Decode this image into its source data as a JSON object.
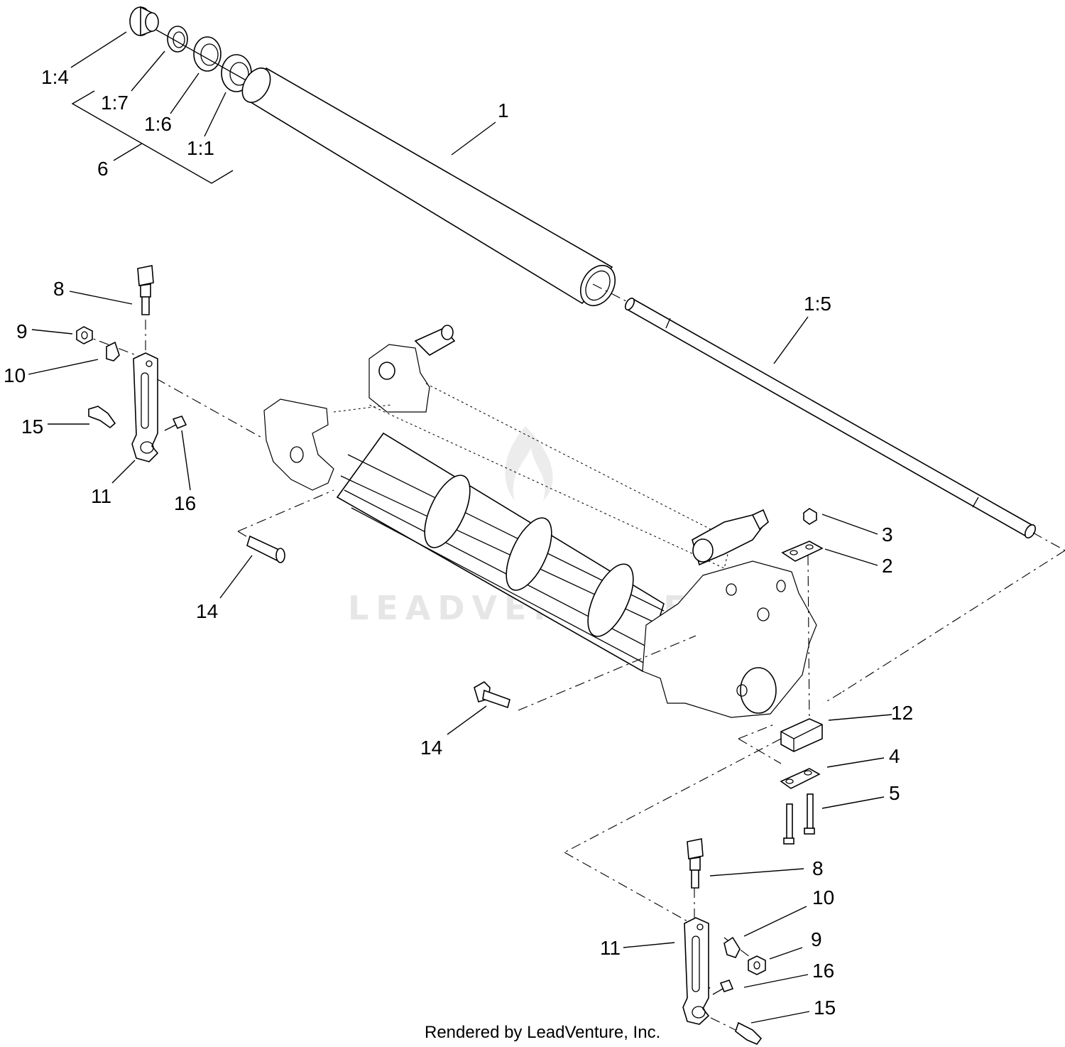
{
  "labels": {
    "l_1_4": "1:4",
    "l_1_7": "1:7",
    "l_1_6": "1:6",
    "l_1_1": "1:1",
    "l_6": "6",
    "l_1": "1",
    "l_1_5": "1:5",
    "l_8_top": "8",
    "l_9_top": "9",
    "l_10_top": "10",
    "l_15_top": "15",
    "l_11_top": "11",
    "l_16_top": "16",
    "l_14_left": "14",
    "l_3": "3",
    "l_2": "2",
    "l_14_bottom": "14",
    "l_12": "12",
    "l_4": "4",
    "l_5": "5",
    "l_8_bottom": "8",
    "l_10_bottom": "10",
    "l_11_bottom": "11",
    "l_9_bottom": "9",
    "l_16_bottom": "16",
    "l_15_bottom": "15"
  },
  "watermark": "LEADVENTURE",
  "footer": "Rendered by LeadVenture, Inc."
}
